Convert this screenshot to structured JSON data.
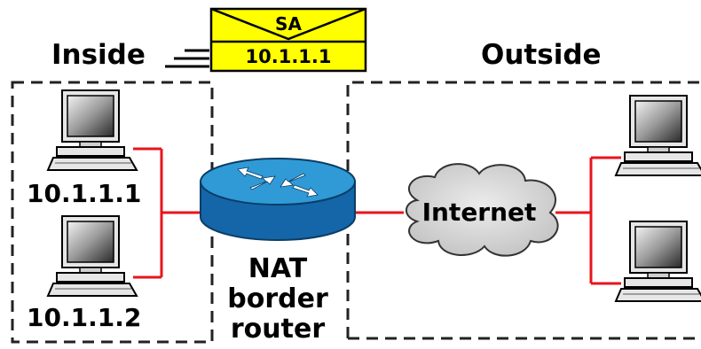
{
  "labels": {
    "inside": "Inside",
    "outside": "Outside",
    "host1_ip": "10.1.1.1",
    "host2_ip": "10.1.1.2",
    "router_line1": "NAT",
    "router_line2": "border",
    "router_line3": "router",
    "cloud": "Internet"
  },
  "packet": {
    "title": "SA",
    "address": "10.1.1.1"
  },
  "colors": {
    "link": "#e8141c",
    "packet_fill": "#ffff00",
    "router_top": "#2f9ad6",
    "router_side": "#1466a8",
    "cloud_fill": "#d6d6d6"
  }
}
